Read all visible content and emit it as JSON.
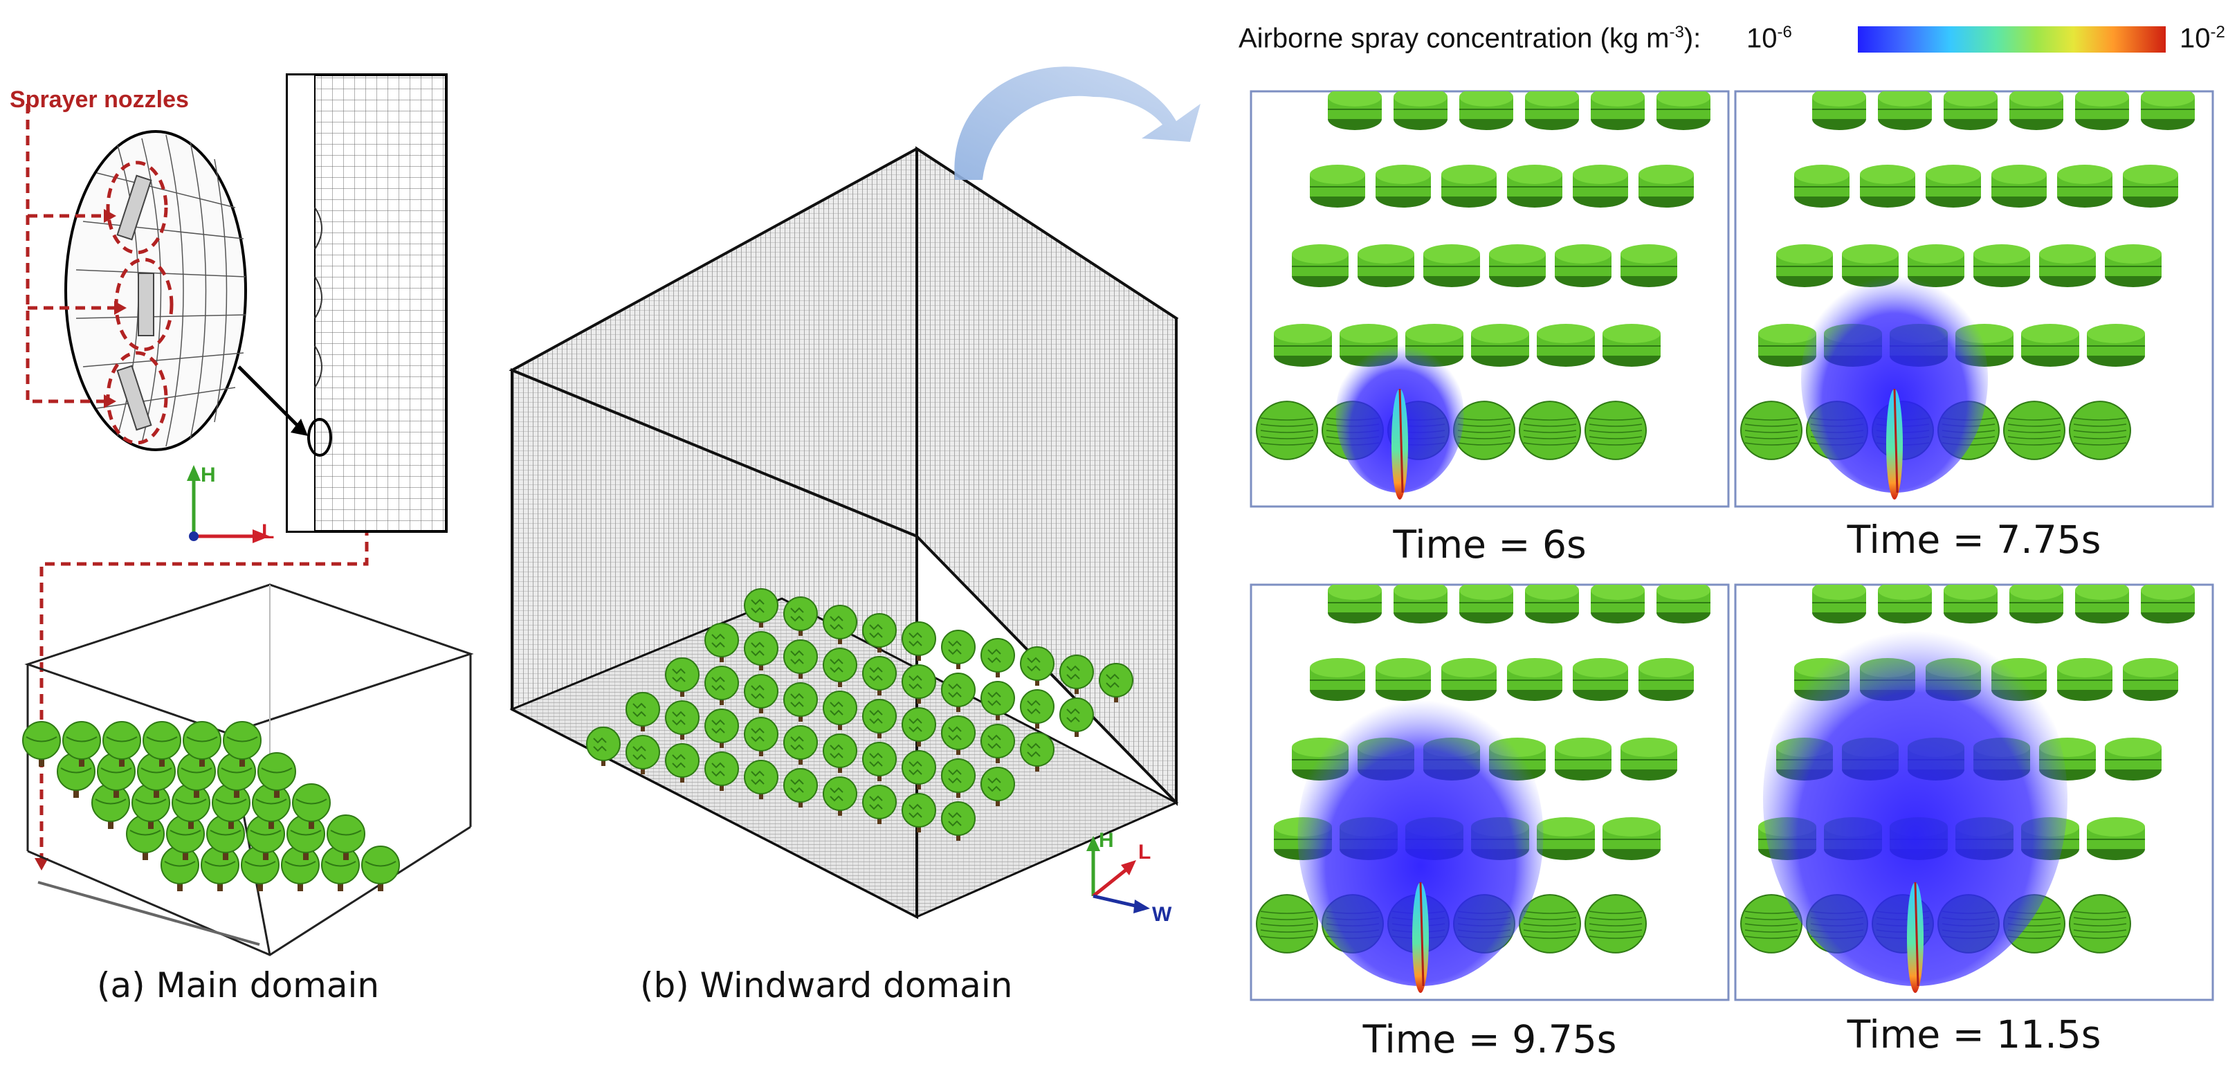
{
  "labels": {
    "sprayer_nozzles": "Sprayer nozzles",
    "main_domain": "(a) Main domain",
    "windward_domain": "(b) Windward domain",
    "axis_H": "H",
    "axis_L": "L",
    "axis_W": "W"
  },
  "colorbar": {
    "label": "Airborne spray concentration (kg m",
    "label_exp": "-3",
    "label_suffix": "): ",
    "min_base": "10",
    "min_exp": "-6",
    "max_base": "10",
    "max_exp": "-2"
  },
  "panels": [
    {
      "time": "Time = 6s",
      "spread": 0.25
    },
    {
      "time": "Time = 7.75s",
      "spread": 0.5
    },
    {
      "time": "Time = 9.75s",
      "spread": 0.75
    },
    {
      "time": "Time = 11.5s",
      "spread": 1.0
    }
  ],
  "colors": {
    "tree_green": "#5cc02a",
    "tree_dark": "#2f7a14",
    "trunk": "#5a3a1a",
    "nozzle_red": "#b22222",
    "panel_border": "#7d8fc2",
    "arrow_blue": "#a9c2e8",
    "plume_blue": "#2a1cff"
  }
}
